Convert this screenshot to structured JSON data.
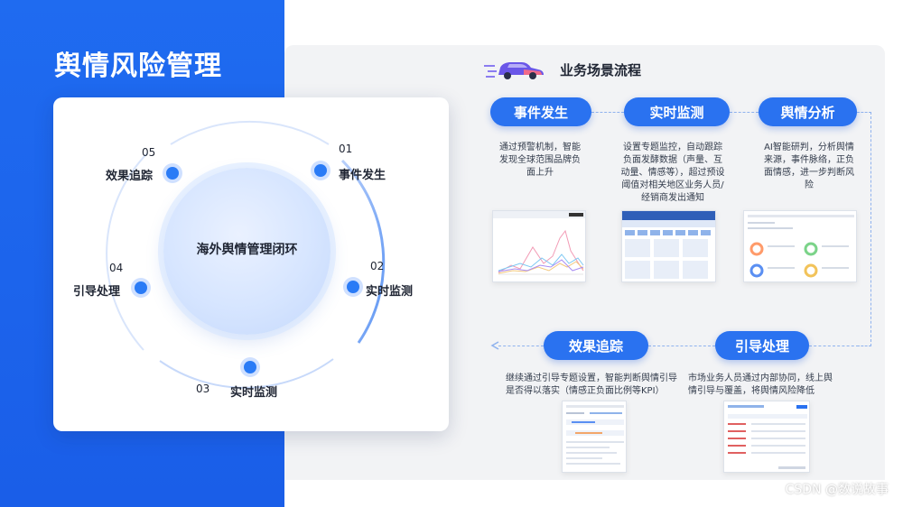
{
  "page": {
    "title": "舆情风险管理",
    "watermark": "CSDN @数说故事"
  },
  "loop": {
    "center": "海外舆情管理闭环",
    "steps": [
      {
        "num": "01",
        "label": "事件发生"
      },
      {
        "num": "02",
        "label": "实时监测"
      },
      {
        "num": "03",
        "label": "实时监测"
      },
      {
        "num": "04",
        "label": "引导处理"
      },
      {
        "num": "05",
        "label": "效果追踪"
      }
    ]
  },
  "flow": {
    "title": "业务场景流程",
    "stages": [
      {
        "label": "事件发生",
        "desc": "通过预警机制，智能发现全球范围品牌负面上升"
      },
      {
        "label": "实时监测",
        "desc": "设置专题监控，自动跟踪负面发酵数据（声量、互动量、情感等），超过预设阈值对相关地区业务人员/经销商发出通知"
      },
      {
        "label": "舆情分析",
        "desc": "AI智能研判，分析舆情来源，事件脉络，正负面情感，进一步判断风险"
      },
      {
        "label": "引导处理",
        "desc": "市场业务人员通过内部协同，线上舆情引导与覆盖，将舆情风险降低"
      },
      {
        "label": "效果追踪",
        "desc": "继续通过引导专题设置，智能判断舆情引导是否得以落实（情感正负面比例等KPI）"
      }
    ]
  },
  "colors": {
    "brand_blue": "#1f6bf0",
    "pill_blue": "#2a72f0",
    "panel_gray": "#f2f3f5"
  },
  "icons": {
    "car": "car-icon",
    "node": "dot-icon"
  }
}
